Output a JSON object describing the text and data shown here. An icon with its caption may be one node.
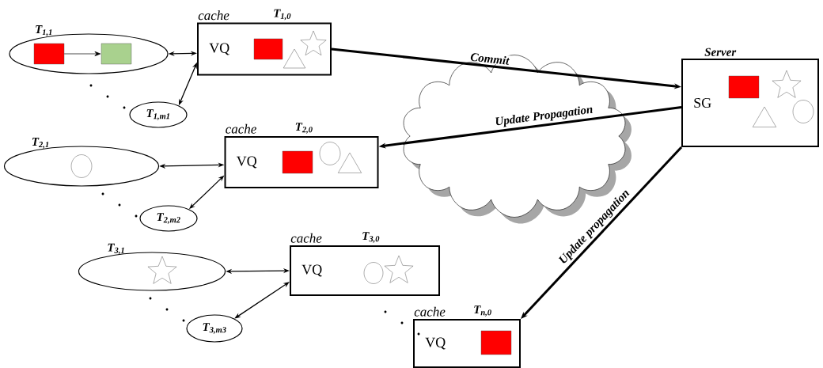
{
  "diagram": {
    "nodes": [
      {
        "text": [
          "T$_{1,1}$"
        ]
      },
      {
        "text": [
          "cache",
          "T$_{1,0}$",
          "VQ"
        ]
      },
      {
        "text": [
          "T$_{1,m1}$"
        ]
      },
      {
        "text": [
          "T$_{2,1}$"
        ]
      },
      {
        "text": [
          "cache",
          "T$_{2,0}$",
          "VQ"
        ]
      },
      {
        "text": [
          "T$_{2,m2}$"
        ]
      },
      {
        "text": [
          "T$_{3,1}$"
        ]
      },
      {
        "text": [
          "cache",
          "T$_{3,0}$",
          "VQ"
        ]
      },
      {
        "text": [
          "T$_{3,m3}$"
        ]
      },
      {
        "text": [
          "cache",
          "T$_{n,0}$",
          "VQ"
        ]
      },
      {
        "text": [
          "Server",
          "SG"
        ]
      },
      {
        "text": [],
        "shape": "box",
        "in": 0
      },
      {
        "text": [],
        "shape": "box",
        "in": 0
      }
    ],
    "edges": [
      {
        "from": 0,
        "to": 1,
        "arrow": "both"
      },
      {
        "from": 2,
        "to": 1,
        "arrow": "both"
      },
      {
        "from": 3,
        "to": 4,
        "arrow": "both"
      },
      {
        "from": 5,
        "to": 4,
        "arrow": "both"
      },
      {
        "from": 6,
        "to": 7,
        "arrow": "both"
      },
      {
        "from": 8,
        "to": 7,
        "arrow": "both"
      },
      {
        "from": 1,
        "to": 10,
        "arrow": "to",
        "label": "Commit",
        "style": "thick"
      },
      {
        "from": 10,
        "to": 4,
        "arrow": "to",
        "label": "Update Propagation",
        "style": "thick"
      },
      {
        "from": 10,
        "to": 9,
        "arrow": "to",
        "label": "Update propagation",
        "style": "thick"
      },
      {
        "from": 11,
        "to": 12,
        "arrow": "to"
      }
    ]
  }
}
